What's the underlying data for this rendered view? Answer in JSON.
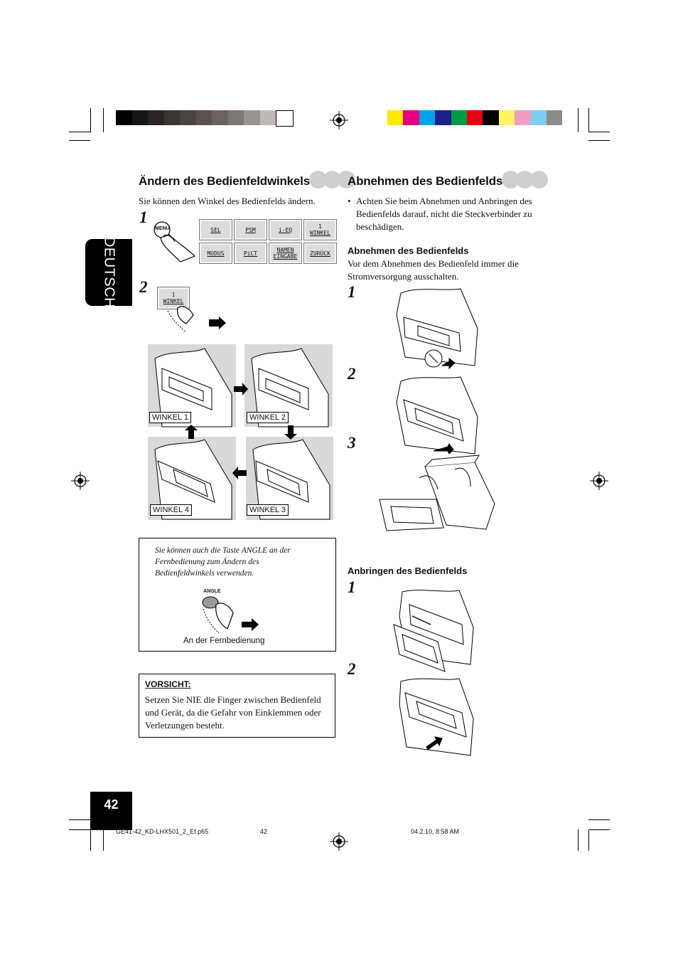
{
  "colors": {
    "gray_bar": [
      "#000000",
      "#161616",
      "#2a2424",
      "#3a3433",
      "#4a4341",
      "#5b5250",
      "#6b6361",
      "#7e7674",
      "#9a9290",
      "#c0b9b8",
      "#ffffff"
    ],
    "color_bar": [
      "#ffe800",
      "#e4007f",
      "#00a0e9",
      "#1d2088",
      "#009944",
      "#e60012",
      "#000000",
      "#fff462",
      "#f19ec2",
      "#7ecef4",
      "#8c8c8c"
    ],
    "side_tab": "#000000",
    "panel_gray": "#d9d9d9"
  },
  "side_tab": {
    "label": "DEUTSCH"
  },
  "left": {
    "title": "Ändern des Bedienfeldwinkels",
    "intro": "Sie können den Winkel des Bedienfelds ändern.",
    "step1": "1",
    "step2": "2",
    "menu_button": "MENU",
    "menu_grid": [
      [
        "SEL",
        "",
        "PSM",
        "",
        "i-EQ",
        "",
        "WINKEL",
        "1"
      ],
      [
        "MODUS",
        "",
        "PiCT",
        "",
        "NAMEN EINGABE",
        "",
        "ZURÜCK",
        ""
      ]
    ],
    "winkel_button": {
      "num": "1",
      "label": "WINKEL"
    },
    "angle_labels": [
      "WINKEL 1",
      "WINKEL 2",
      "WINKEL 3",
      "WINKEL 4"
    ],
    "note_text": "Sie können auch die Taste ANGLE an der Fernbedienung zum Ändern des Bedienfeldwinkels verwenden.",
    "angle_button": "ANGLE",
    "remote_caption": "An der Fernbedienung",
    "caution_title": "VORSICHT:",
    "caution_text": "Setzen Sie NIE die Finger zwischen Bedienfeld und Gerät, da die Gefahr von Einklemmen oder Verletzungen besteht."
  },
  "right": {
    "title": "Abnehmen des Bedienfelds",
    "bullet": "Achten Sie beim Abnehmen und Anbringen des Bedienfelds darauf, nicht die Steckverbinder zu beschädigen.",
    "sub1": "Abnehmen des Bedienfelds",
    "sub1_text": "Vor dem Abnehmen des Bedienfeld immer die Stromversorgung ausschalten.",
    "steps_remove": [
      "1",
      "2",
      "3"
    ],
    "sub2": "Anbringen des Bedienfelds",
    "steps_attach": [
      "1",
      "2"
    ]
  },
  "footer": {
    "page_number": "42",
    "file": "GE41-42_KD-LHX501_2_Ef.p65",
    "page": "42",
    "datetime": "04.2.10, 8:58 AM"
  }
}
